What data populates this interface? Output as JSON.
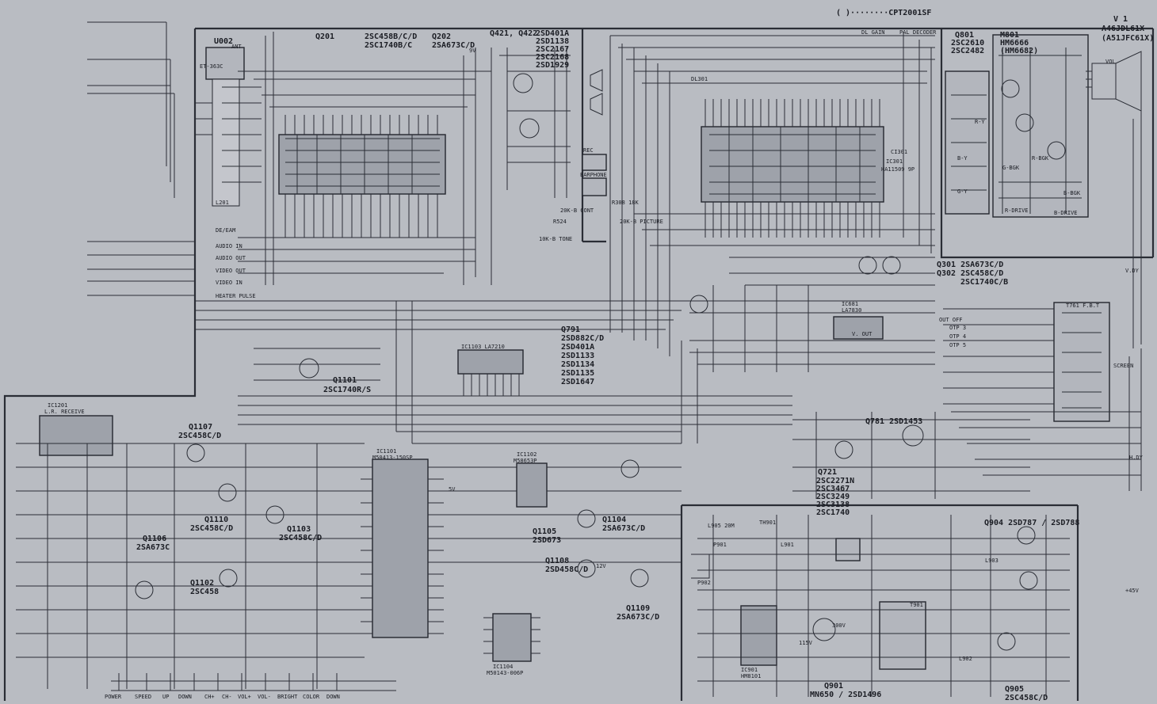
{
  "title_marker": "( )········CPT2001SF",
  "crt": {
    "ref": "V 1",
    "model": "A46JDL61X",
    "alt": "(A51JFC61X)"
  },
  "transistors": {
    "q201": "Q201",
    "q201_part": "2SC458B/C/D",
    "q201_alt": "2SC1740B/C",
    "q202": "Q202",
    "q202_part": "2SA673C/D",
    "q421": "Q421, Q422",
    "q421_parts": [
      "2SD401A",
      "2SD1138",
      "2SC2167",
      "2SC2168",
      "2SD1929"
    ],
    "q801": "Q801",
    "q801_parts": [
      "2SC2610",
      "2SC2482"
    ],
    "m801": "M801",
    "m801_parts": [
      "HM6666",
      "(HM6682)"
    ],
    "q301": "Q301 2SA673C/D",
    "q302": "Q302 2SC458C/D",
    "q302_alt": "2SC1740C/B",
    "q791": "Q791",
    "q791_parts": [
      "2SD882C/D",
      "2SD401A",
      "2SD1133",
      "2SD1134",
      "2SD1135",
      "2SD1647"
    ],
    "q781": "Q781 2SD1453",
    "q721": "Q721",
    "q721_parts": [
      "2SC2271N",
      "2SC3467",
      "2SC3249",
      "2SC3138",
      "2SC1740"
    ],
    "q904": "Q904 2SD787 / 2SD788",
    "q901": "Q901",
    "q901_part": "MN650 / 2SD1496",
    "q905": "Q905",
    "q905_part": "2SC458C/D",
    "q1101": "Q1101",
    "q1101_part": "2SC1740R/S",
    "q1107": "Q1107",
    "q1107_part": "2SC458C/D",
    "q1110": "Q1110",
    "q1110_part": "2SC458C/D",
    "q1103": "Q1103",
    "q1103_part": "2SC458C/D",
    "q1106": "Q1106",
    "q1106_part": "2SA673C",
    "q1102": "Q1102",
    "q1102_part": "2SC458",
    "q1105": "Q1105",
    "q1105_part": "2SD673",
    "q1108": "Q1108",
    "q1108_part": "2SD458C/D",
    "q1104": "Q1104",
    "q1104_part": "2SA673C/D",
    "q1109": "Q1109",
    "q1109_part": "2SA673C/D"
  },
  "ics": {
    "u002": "U002",
    "u002_part": "ET-363C",
    "ic301": "IC301",
    "ic301_part": "HA11509 9P",
    "ic1101": "IC1101",
    "ic1101_part": "M50413-150SP",
    "ic1102": "IC1102",
    "ic1102_part": "M58653P",
    "ic1103": "IC1103 LA7210",
    "ic1104": "IC1104",
    "ic1104_part": "M50143-006P",
    "ic1201": "IC1201",
    "ic1201_part": "L.R. RECEIVE",
    "ic681": "IC681",
    "ic681_part": "LA7830",
    "ic901": "IC901",
    "ic901_part": "HM8101",
    "t761": "T761 F.B.T"
  },
  "connectors": {
    "ant": "ANT",
    "de_eam": "DE/EAM",
    "audio_in": "AUDIO IN",
    "audio_out": "AUDIO OUT",
    "video_out": "VIDEO OUT",
    "video_in": "VIDEO IN",
    "heater_pulse": "HEATER PULSE",
    "rec": "REC",
    "earphone": "EARPHONE",
    "screen": "SCREEN",
    "h_dy": "H.DY",
    "v_dy": "V.DY",
    "out_off": "OUT OFF",
    "otp": [
      "OTP 3",
      "OTP 4",
      "OTP 5"
    ],
    "p901": "P901",
    "p902": "P902",
    "ry": "R-Y",
    "by": "B-Y",
    "gy": "G-Y",
    "r_bgk": "R-BGK",
    "g_bgk": "G-BGK",
    "b_bgk": "B-BGK",
    "r_drive": "R-DRIVE",
    "b_drive": "B-DRIVE"
  },
  "controls": {
    "cont": "20K-B CONT",
    "tone": "10K-B TONE",
    "picture": "20K-B PICTURE",
    "volume": "VOL",
    "r524": "R524",
    "r308": "R308 18K"
  },
  "front_keys": [
    "POWER",
    "SPEED",
    "UP",
    "DOWN",
    "CH+",
    "CH-",
    "VOL+",
    "VOL-",
    "BRIGHT",
    "COLOR",
    "DOWN"
  ],
  "misc_labels": {
    "l905": "L905 20M",
    "th901": "TH901",
    "t901": "T901",
    "l902": "L902",
    "l901": "L901",
    "l903": "L903",
    "l201": "L201",
    "ic301_pins": "CI301",
    "dl301": "DL301",
    "v_out": "V. OUT",
    "dl_gain": "DL GAIN",
    "pal_decoder": "PAL DECODER",
    "supply_115": "115V",
    "supply_300": "300V",
    "supply_45": "+45V",
    "supply_12": "12V",
    "supply_9": "9V",
    "supply_5": "5V"
  }
}
